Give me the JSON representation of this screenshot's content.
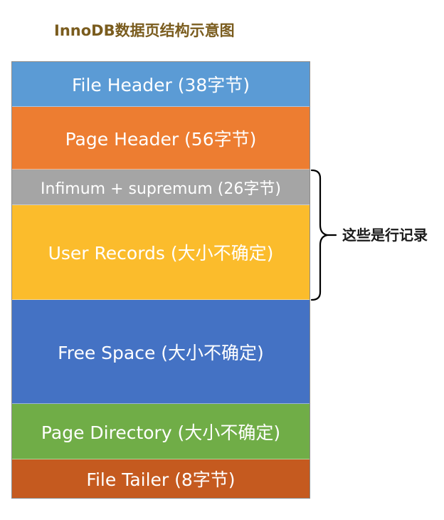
{
  "title": "InnoDB数据页结构示意图",
  "blocks": [
    {
      "label": "File Header (38字节)",
      "color": "#5b9bd5"
    },
    {
      "label": "Page Header (56字节)",
      "color": "#ed7d31"
    },
    {
      "label": "Infimum + supremum (26字节)",
      "color": "#a5a5a5"
    },
    {
      "label": "User Records (大小不确定)",
      "color": "#fbbc2c"
    },
    {
      "label": "Free Space (大小不确定)",
      "color": "#4472c4"
    },
    {
      "label": "Page Directory (大小不确定)",
      "color": "#70ad47"
    },
    {
      "label": "File Tailer (8字节)",
      "color": "#c55a1f"
    }
  ],
  "brace_label": "这些是行记录"
}
